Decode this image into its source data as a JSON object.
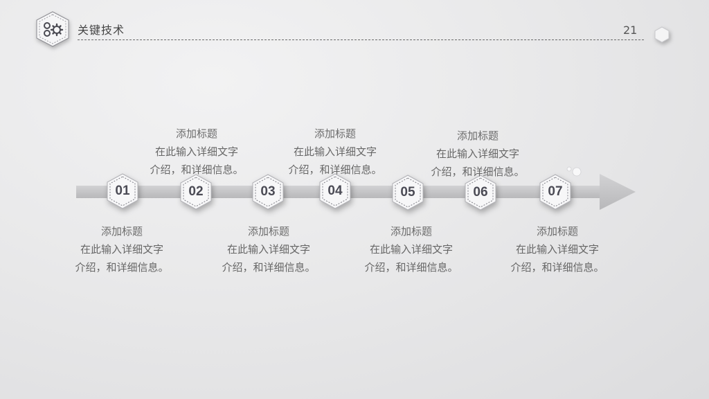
{
  "header": {
    "title": "关键技术",
    "page_number": "21",
    "icon": "gears-icon"
  },
  "timeline": {
    "steps": [
      {
        "num": "01",
        "title": "添加标题",
        "line1": "在此输入详细文字",
        "line2": "介绍，和详细信息。",
        "text_position": "below"
      },
      {
        "num": "02",
        "title": "添加标题",
        "line1": "在此输入详细文字",
        "line2": "介绍，和详细信息。",
        "text_position": "above"
      },
      {
        "num": "03",
        "title": "添加标题",
        "line1": "在此输入详细文字",
        "line2": "介绍，和详细信息。",
        "text_position": "below"
      },
      {
        "num": "04",
        "title": "添加标题",
        "line1": "在此输入详细文字",
        "line2": "介绍，和详细信息。",
        "text_position": "above"
      },
      {
        "num": "05",
        "title": "添加标题",
        "line1": "在此输入详细文字",
        "line2": "介绍，和详细信息。",
        "text_position": "below"
      },
      {
        "num": "06",
        "title": "添加标题",
        "line1": "在此输入详细文字",
        "line2": "介绍，和详细信息。",
        "text_position": "above"
      },
      {
        "num": "07",
        "title": "添加标题",
        "line1": "在此输入详细文字",
        "line2": "介绍，和详细信息。",
        "text_position": "below"
      }
    ]
  },
  "colors": {
    "background": "#e9e9ea",
    "arrow": "#c4c4c6",
    "hexagon_fill": "#f7f7f8",
    "number_text": "#4b4b55",
    "body_text": "#666666"
  }
}
